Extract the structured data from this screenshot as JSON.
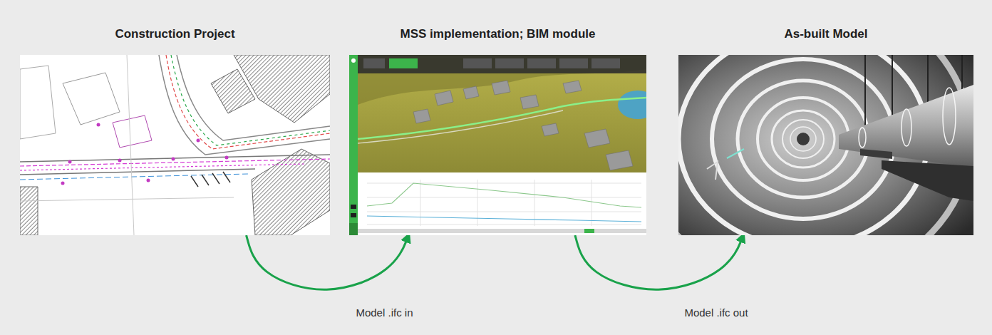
{
  "diagram": {
    "nodes": [
      {
        "text": [
          "Construction Project"
        ]
      },
      {
        "text": [
          "MSS implementation; BIM module"
        ]
      },
      {
        "text": [
          "As-built Model"
        ]
      }
    ],
    "edges": [
      {
        "from": 0,
        "to": 1,
        "arrow": "to",
        "label": "Model .ifc in"
      },
      {
        "from": 1,
        "to": 2,
        "arrow": "to",
        "label": "Model .ifc out"
      }
    ]
  }
}
